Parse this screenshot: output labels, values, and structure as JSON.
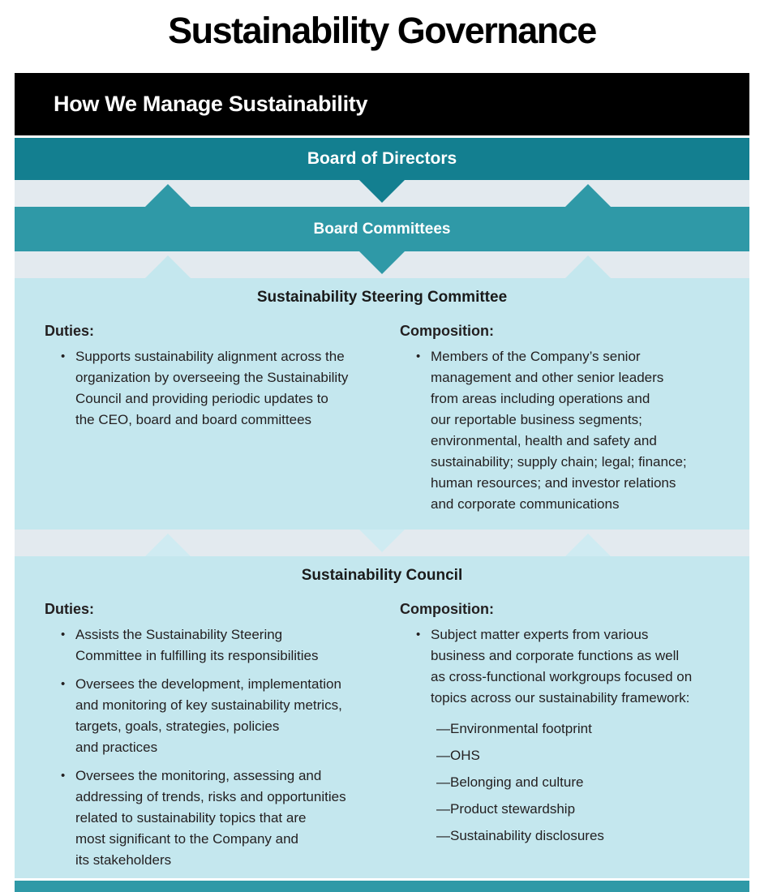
{
  "page": {
    "title": "Sustainability Governance"
  },
  "banner": {
    "title": "How We Manage Sustainability"
  },
  "hierarchy": {
    "board": {
      "label": "Board of Directors"
    },
    "committees": {
      "label": "Board Committees"
    }
  },
  "steering": {
    "title": "Sustainability Steering Committee",
    "duties": {
      "label": "Duties:",
      "bullets": [
        "Supports sustainability alignment across the\norganization by overseeing the Sustainability\nCouncil and providing periodic updates to\nthe CEO, board and board committees"
      ]
    },
    "composition": {
      "label": "Composition:",
      "bullets": [
        "Members of the Company’s senior\nmanagement and other senior leaders\nfrom areas including operations and\nour reportable business segments;\nenvironmental, health and safety and\nsustainability; supply chain; legal; finance;\nhuman resources; and investor relations\nand corporate communications"
      ]
    }
  },
  "council": {
    "title": "Sustainability Council",
    "duties": {
      "label": "Duties:",
      "bullets": [
        "Assists the Sustainability Steering\nCommittee in fulfilling its responsibilities",
        "Oversees the development, implementation\nand monitoring of key sustainability metrics,\ntargets, goals, strategies, policies\nand practices",
        "Oversees the monitoring, assessing and\naddressing of trends, risks and opportunities\nrelated to sustainability topics that are\nmost significant to the Company and\nits stakeholders"
      ]
    },
    "composition": {
      "label": "Composition:",
      "bullets": [
        "Subject matter experts from various\nbusiness and corporate functions as well\nas cross-functional workgroups focused on\ntopics across our sustainability framework:"
      ],
      "framework_topics": [
        "Environmental footprint",
        "OHS",
        "Belonging and culture",
        "Product stewardship",
        "Sustainability disclosures"
      ]
    }
  },
  "colors": {
    "banner_black": "#000000",
    "board_teal": "#137f90",
    "committees_teal": "#2f99a7",
    "box_blue": "#c4e7ee",
    "band_gray": "#e3eaef"
  }
}
